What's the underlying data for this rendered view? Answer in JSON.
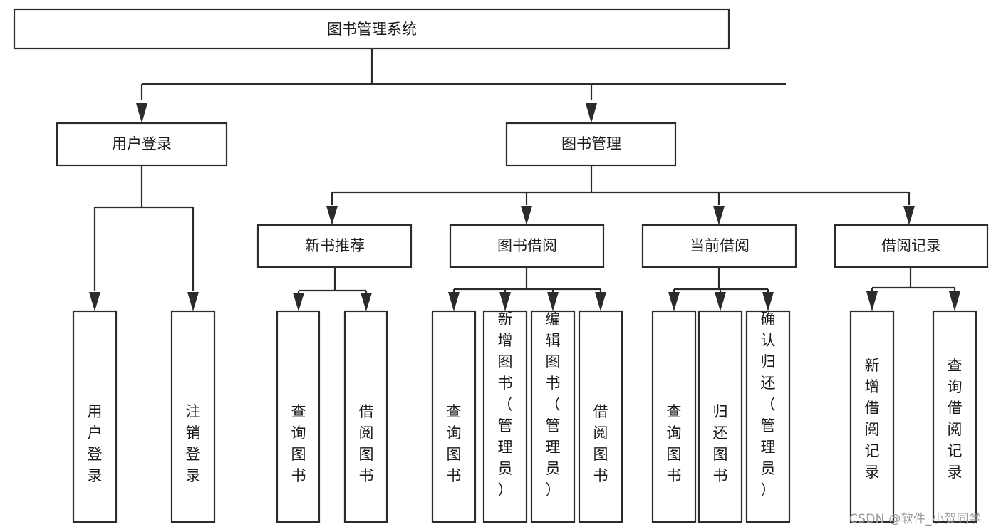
{
  "diagram": {
    "type": "tree-hierarchy",
    "title": "图书管理系统",
    "orientation": "top-down",
    "colors": {
      "box_fill": "#ffffff",
      "box_stroke": "#2b2b2b",
      "connector": "#2b2b2b",
      "text": "#1a1a1a",
      "watermark": "#9a9a9a",
      "background": "#ffffff"
    },
    "root": {
      "label": "图书管理系统"
    },
    "level2": [
      {
        "label": "用户登录"
      },
      {
        "label": "图书管理"
      }
    ],
    "level3": [
      {
        "label": "新书推荐"
      },
      {
        "label": "图书借阅"
      },
      {
        "label": "当前借阅"
      },
      {
        "label": "借阅记录"
      }
    ],
    "leaves": {
      "user_login": [
        {
          "label": "用户登录"
        },
        {
          "label": "注销登录"
        }
      ],
      "new_book_recommend": [
        {
          "label": "查询图书"
        },
        {
          "label": "借阅图书"
        }
      ],
      "book_borrow": [
        {
          "label": "查询图书"
        },
        {
          "label": "新增图书（管理员）"
        },
        {
          "label": "编辑图书（管理员）"
        },
        {
          "label": "借阅图书"
        }
      ],
      "current_borrow": [
        {
          "label": "查询图书"
        },
        {
          "label": "归还图书"
        },
        {
          "label": "确认归还（管理员）"
        }
      ],
      "borrow_record": [
        {
          "label": "新增借阅记录"
        },
        {
          "label": "查询借阅记录"
        }
      ]
    }
  },
  "watermark": {
    "text": "CSDN @软件_小贺同学"
  }
}
